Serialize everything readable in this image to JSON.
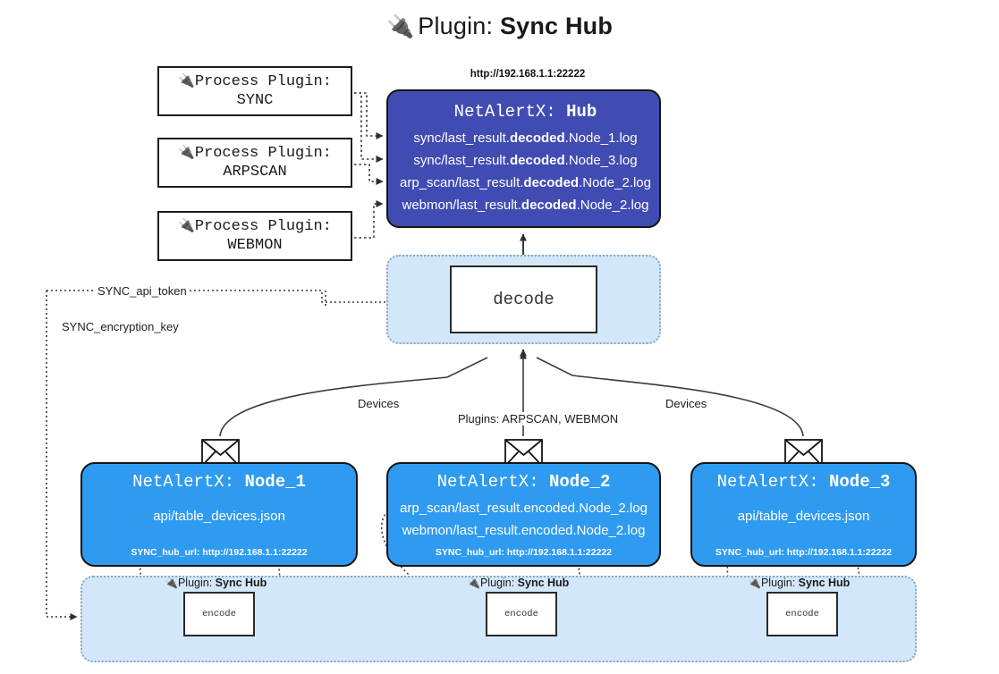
{
  "title": {
    "icon": "plug-icon",
    "prefix": "Plugin: ",
    "name": "Sync Hub"
  },
  "process_plugins": [
    {
      "icon": "plug-icon",
      "line1": "Process Plugin:",
      "line2": "SYNC"
    },
    {
      "icon": "plug-icon",
      "line1": "Process Plugin:",
      "line2": "ARPSCAN"
    },
    {
      "icon": "plug-icon",
      "line1": "Process Plugin:",
      "line2": "WEBMON"
    }
  ],
  "hub": {
    "url": "http://192.168.1.1:22222",
    "title_prefix": "NetAlertX: ",
    "title_name": "Hub",
    "lines": [
      {
        "pre": "sync/last_result.",
        "mid": "decoded",
        "post": ".Node_1.log"
      },
      {
        "pre": "sync/last_result.",
        "mid": "decoded",
        "post": ".Node_3.log"
      },
      {
        "pre": "arp_scan/last_result.",
        "mid": "decoded",
        "post": ".Node_2.log"
      },
      {
        "pre": "webmon/last_result.",
        "mid": "decoded",
        "post": ".Node_2.log"
      }
    ],
    "color": "#414cb3"
  },
  "decode": {
    "label": "decode"
  },
  "secrets": {
    "api_token": "SYNC_api_token",
    "encryption_key": "SYNC_encryption_key"
  },
  "edge_labels": {
    "devices_left": "Devices",
    "devices_right": "Devices",
    "plugins_mid": "Plugins: ARPSCAN, WEBMON"
  },
  "nodes": [
    {
      "title_prefix": "NetAlertX: ",
      "title_name": "Node_1",
      "lines": [
        "api/table_devices.json"
      ],
      "footer": "SYNC_hub_url: http://192.168.1.1:22222",
      "color": "#2f9bf0"
    },
    {
      "title_prefix": "NetAlertX: ",
      "title_name": "Node_2",
      "lines": [
        "arp_scan/last_result.encoded.Node_2.log",
        "webmon/last_result.encoded.Node_2.log"
      ],
      "footer": "SYNC_hub_url: http://192.168.1.1:22222",
      "color": "#2f9bf0"
    },
    {
      "title_prefix": "NetAlertX: ",
      "title_name": "Node_3",
      "lines": [
        "api/table_devices.json"
      ],
      "footer": "SYNC_hub_url: http://192.168.1.1:22222",
      "color": "#2f9bf0"
    }
  ],
  "encoders": [
    {
      "plugin_prefix": "Plugin: ",
      "plugin_name": "Sync Hub",
      "label": "encode"
    },
    {
      "plugin_prefix": "Plugin: ",
      "plugin_name": "Sync Hub",
      "label": "encode"
    },
    {
      "plugin_prefix": "Plugin: ",
      "plugin_name": "Sync Hub",
      "label": "encode"
    }
  ],
  "icons": {
    "plug": "🔌",
    "envelope": "envelope-icon"
  },
  "palette": {
    "hub": "#414cb3",
    "node": "#2f9bf0",
    "region": "#d2e8fa",
    "line": "#3a3a3a"
  }
}
